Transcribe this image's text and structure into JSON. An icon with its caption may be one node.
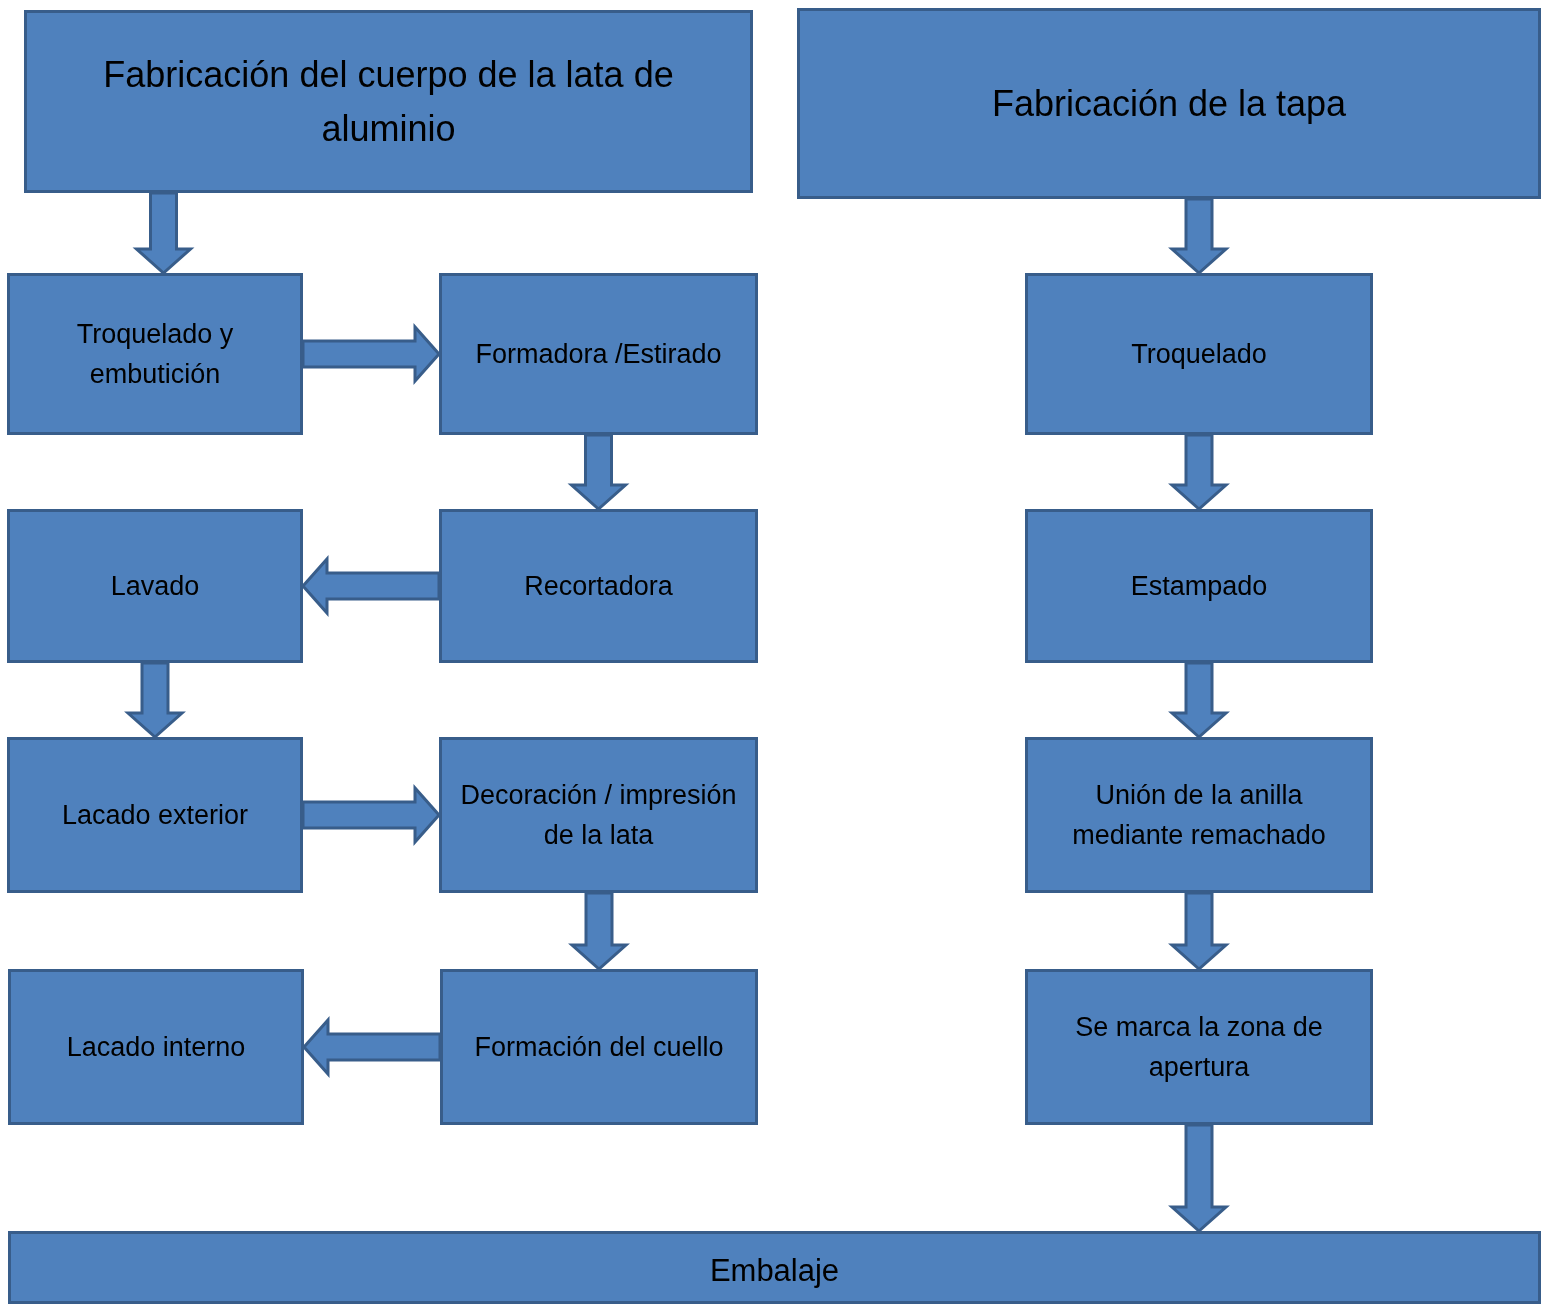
{
  "diagram": {
    "nodes": [
      {
        "text": [
          "Fabricación del cuerpo de la lata de aluminio"
        ]
      },
      {
        "text": [
          "Fabricación de la tapa"
        ]
      },
      {
        "text": [
          "Troquelado y embutición"
        ]
      },
      {
        "text": [
          "Formadora /Estirado"
        ]
      },
      {
        "text": [
          "Troquelado"
        ]
      },
      {
        "text": [
          "Lavado"
        ]
      },
      {
        "text": [
          "Recortadora"
        ]
      },
      {
        "text": [
          "Estampado"
        ]
      },
      {
        "text": [
          "Lacado exterior"
        ]
      },
      {
        "text": [
          "Decoración / impresión de la lata"
        ]
      },
      {
        "text": [
          "Unión de la anilla mediante remachado"
        ]
      },
      {
        "text": [
          "Lacado interno"
        ]
      },
      {
        "text": [
          "Formación del cuello"
        ]
      },
      {
        "text": [
          "Se marca la zona de apertura"
        ]
      },
      {
        "text": [
          "Embalaje"
        ]
      }
    ],
    "edges": [
      {
        "from": 0,
        "to": 2,
        "arrow": "to"
      },
      {
        "from": 1,
        "to": 4,
        "arrow": "to"
      },
      {
        "from": 2,
        "to": 3,
        "arrow": "to"
      },
      {
        "from": 3,
        "to": 6,
        "arrow": "to"
      },
      {
        "from": 6,
        "to": 5,
        "arrow": "to"
      },
      {
        "from": 4,
        "to": 7,
        "arrow": "to"
      },
      {
        "from": 5,
        "to": 8,
        "arrow": "to"
      },
      {
        "from": 8,
        "to": 9,
        "arrow": "to"
      },
      {
        "from": 7,
        "to": 10,
        "arrow": "to"
      },
      {
        "from": 9,
        "to": 12,
        "arrow": "to"
      },
      {
        "from": 12,
        "to": 11,
        "arrow": "to"
      },
      {
        "from": 10,
        "to": 13,
        "arrow": "to"
      },
      {
        "from": 13,
        "to": 14,
        "arrow": "to"
      }
    ]
  }
}
